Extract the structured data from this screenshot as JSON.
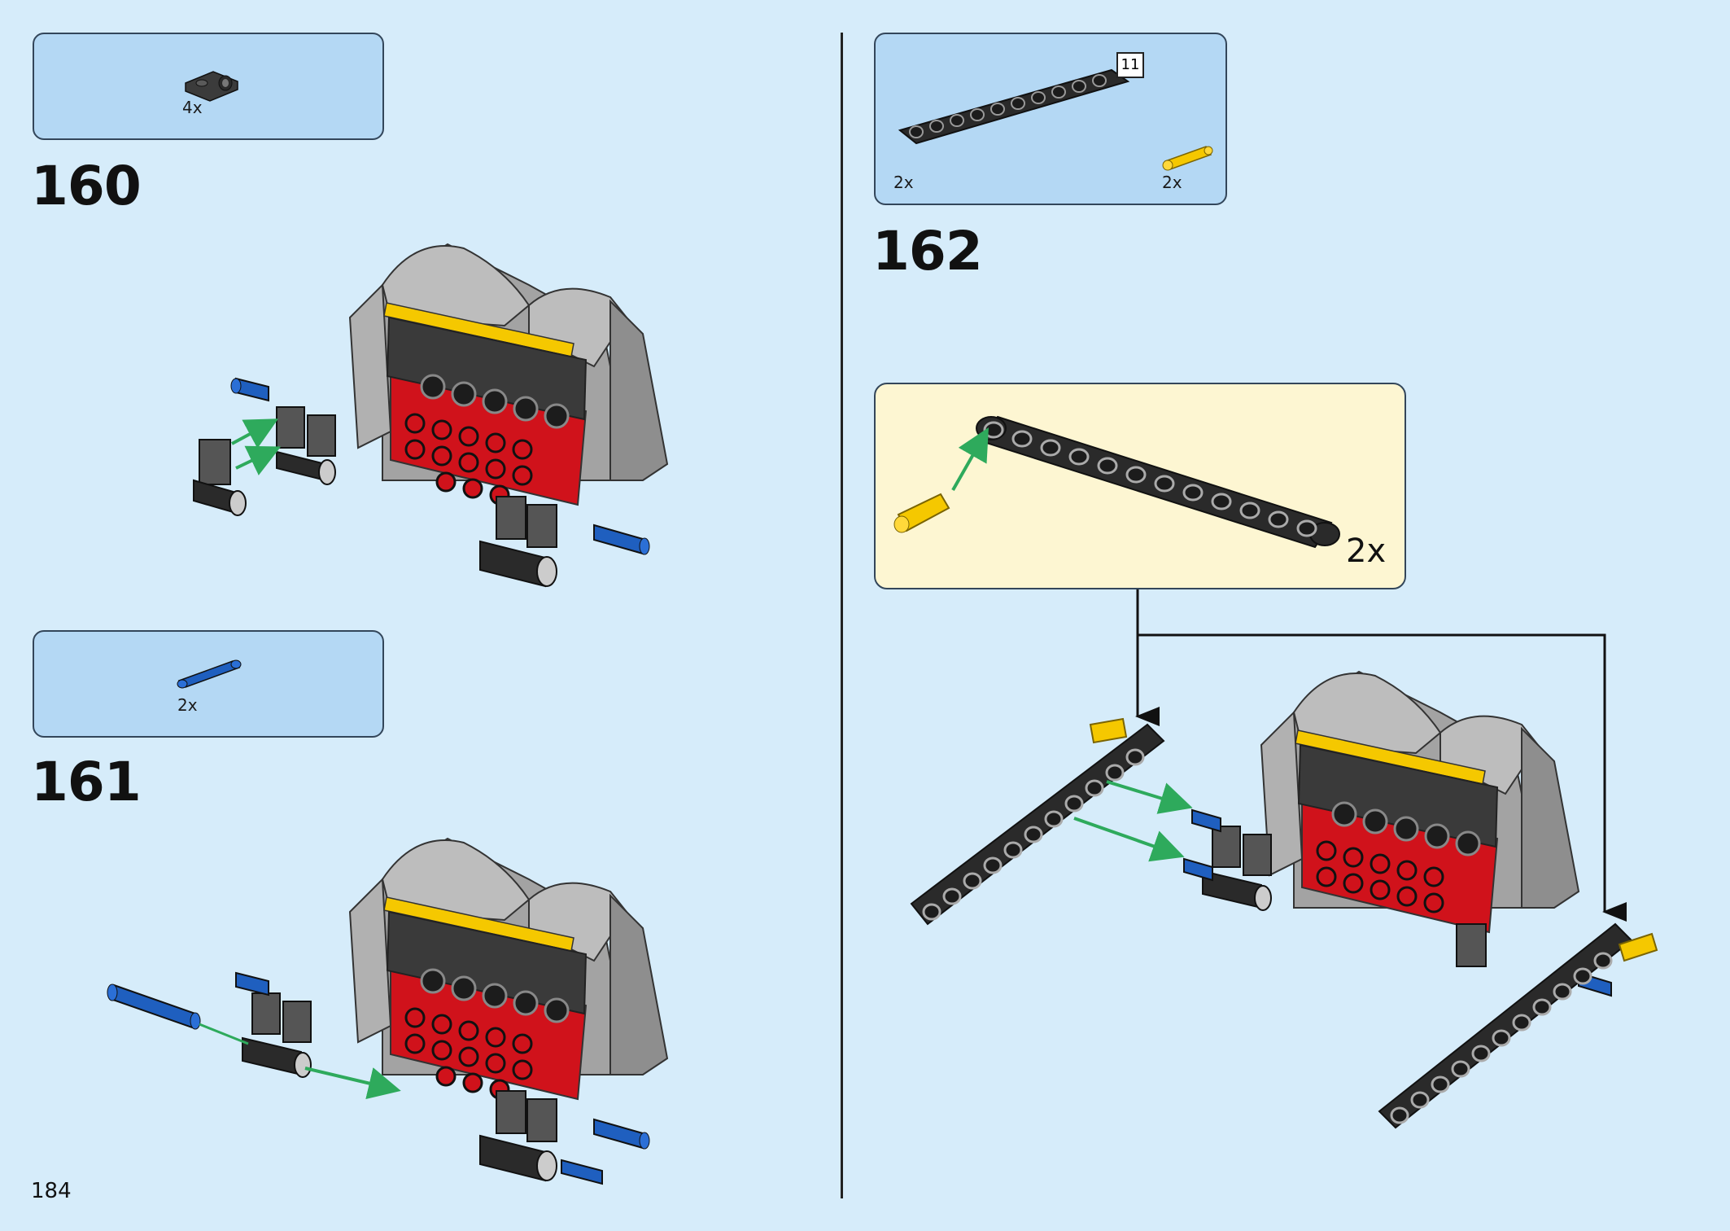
{
  "page": {
    "number": "184"
  },
  "steps": [
    {
      "number": "160",
      "parts": [
        {
          "qty": "4x",
          "icon": "dark-gray-plate-with-pin-hole-icon"
        }
      ]
    },
    {
      "number": "161",
      "parts": [
        {
          "qty": "2x",
          "icon": "blue-technic-pin-icon"
        }
      ]
    },
    {
      "number": "162",
      "parts": [
        {
          "qty": "2x",
          "icon": "black-technic-beam-11-icon",
          "ref": "11"
        },
        {
          "qty": "2x",
          "icon": "yellow-technic-pin-icon"
        }
      ],
      "subassembly": {
        "qty": "2x"
      }
    }
  ],
  "colors": {
    "background": "#d6ecfa",
    "parts_box": "#b4d8f4",
    "subassembly_box": "#fdf6d2",
    "arrow_green": "#2eaa5c",
    "brick_red": "#d0121b",
    "brick_gray": "#a3a3a3",
    "beam_black": "#2a2a2a",
    "pin_blue": "#1f5fbf",
    "pin_yellow": "#f5c800"
  }
}
